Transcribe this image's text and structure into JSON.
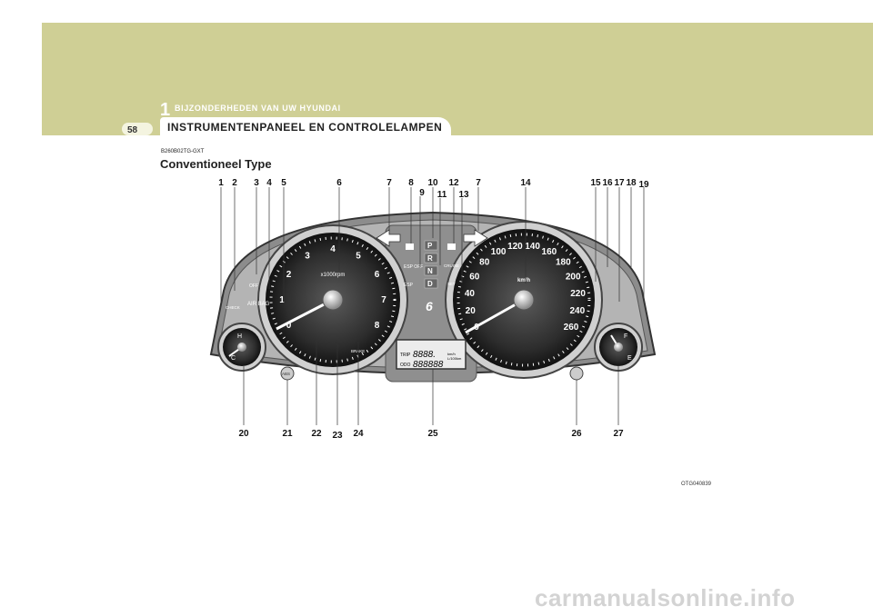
{
  "header": {
    "chapter_number": "1",
    "chapter_title": "BIJZONDERHEDEN VAN UW HYUNDAI",
    "page_number": "58",
    "section_title": "INSTRUMENTENPANEEL EN CONTROLELAMPEN"
  },
  "code": "B260B02TG-GXT",
  "heading": "Conventioneel Type",
  "figure": {
    "top_callouts": [
      "1",
      "2",
      "3",
      "4",
      "5",
      "6",
      "7",
      "8",
      "9",
      "10",
      "11",
      "12",
      "13",
      "7",
      "14",
      "15",
      "16",
      "17",
      "18",
      "19"
    ],
    "bottom_callouts": [
      "20",
      "21",
      "22",
      "23",
      "24",
      "25",
      "26",
      "27"
    ],
    "tacho_numbers": [
      "0",
      "1",
      "2",
      "3",
      "4",
      "5",
      "6",
      "7",
      "8"
    ],
    "tacho_unit": "x1000rpm",
    "speedo_numbers": [
      "0",
      "20",
      "40",
      "60",
      "80",
      "100",
      "120",
      "140",
      "160",
      "180",
      "200",
      "220",
      "240",
      "260"
    ],
    "speedo_unit": "km/h",
    "temp_labels": [
      "H",
      "C"
    ],
    "fuel_labels": [
      "F",
      "E"
    ],
    "gear_letters": [
      "P",
      "R",
      "N",
      "D"
    ],
    "gear_display": "6",
    "labels": {
      "check": "CHECK",
      "off": "OFF",
      "air_bag": "AIR\nBAG",
      "esp_off": "ESP\nOFF",
      "esp": "ESP",
      "cruise": "CRUISE",
      "set": "SET",
      "brake": "BRAKE",
      "abs": "ABS",
      "trip": "TRIP",
      "odo": "ODO",
      "lcd_trip": "8888.",
      "lcd_odo": "888888",
      "lcd_unit": "km/h",
      "lcd_unit2": "L/100km"
    },
    "figure_code": "OTG040839"
  },
  "watermark": "carmanualsonline.info"
}
